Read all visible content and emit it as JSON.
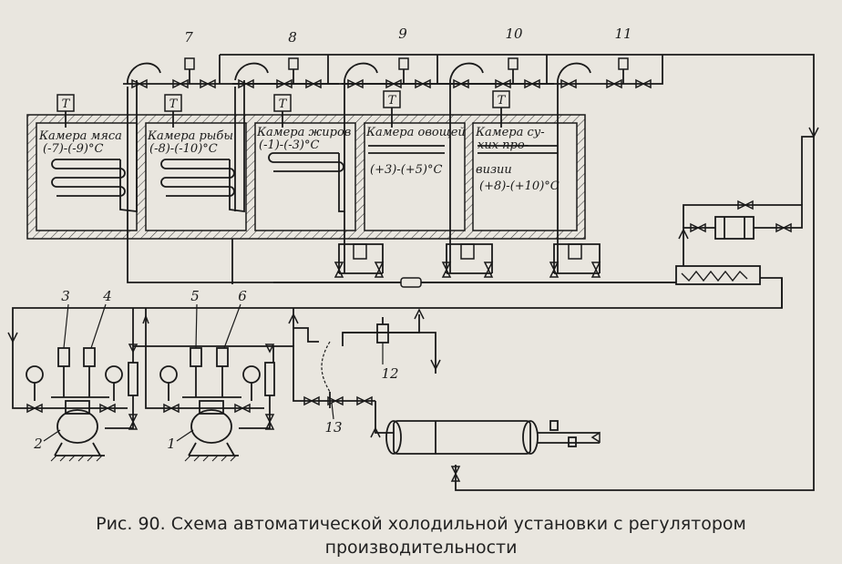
{
  "caption": {
    "line1": "Рис. 90. Схема автоматической холодильной установки с регулятором",
    "line2": "производительности"
  },
  "chambers": [
    {
      "name": "Камера мяса",
      "temp": "(-7)-(-9)°C"
    },
    {
      "name": "Камера рыбы",
      "temp": "(-8)-(-10)°C"
    },
    {
      "name": "Камера жиров",
      "temp": "(-1)-(-3)°C"
    },
    {
      "name": "Камера овощей",
      "temp": "(+3)-(+5)°C"
    },
    {
      "name_line1": "Камера су-",
      "name_line2": "хих про-",
      "name_line3": "визии",
      "temp": "(+8)-(+10)°C"
    }
  ],
  "thermostat_label": "T",
  "numbers": {
    "n1": "1",
    "n2": "2",
    "n3": "3",
    "n4": "4",
    "n5": "5",
    "n6": "6",
    "n7": "7",
    "n8": "8",
    "n9": "9",
    "n10": "10",
    "n11": "11",
    "n12": "12",
    "n13": "13"
  }
}
